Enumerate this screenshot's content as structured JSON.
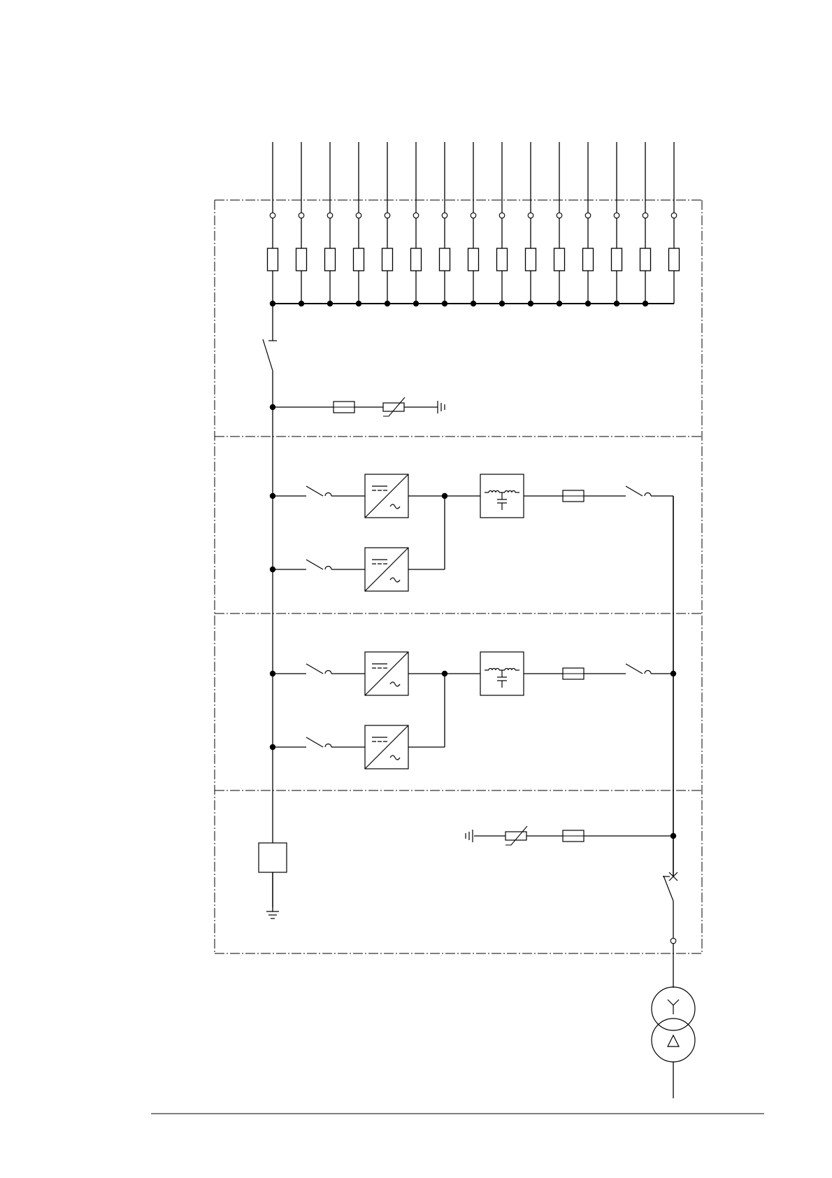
{
  "diagram": {
    "kind": "single-line electrical schematic (PV inverter station)",
    "line_color": "#000000",
    "background_color": "#ffffff",
    "string_input_count": 15,
    "sections": [
      "dc-combiner-section",
      "inverter-section-1",
      "inverter-section-2",
      "ac-output-section"
    ],
    "inverter_pairs_per_section": 2,
    "components": [
      "string-fuse",
      "dc-disconnect-switch",
      "dc-surge-arrester",
      "dc-breaker",
      "inverter",
      "lcl-filter",
      "ac-fuse",
      "ac-breaker",
      "ac-surge-arrester",
      "ac-main-breaker",
      "insulation-monitor",
      "transformer-star-delta"
    ]
  }
}
